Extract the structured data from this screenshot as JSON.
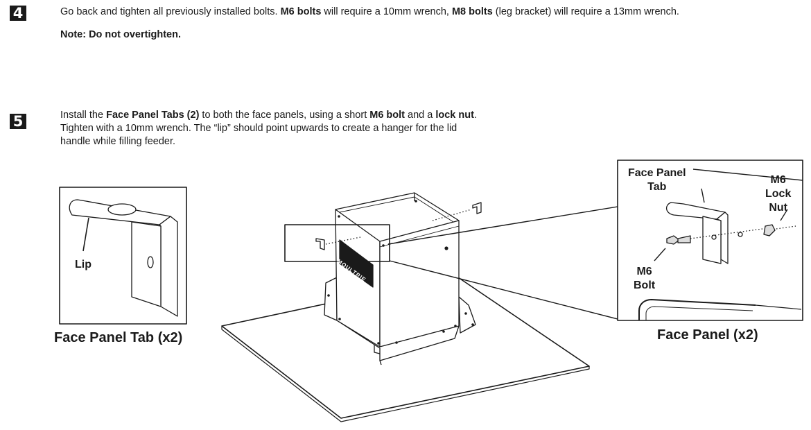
{
  "step4": {
    "number": "4",
    "text": {
      "p1": "Go back and tighten all previously installed bolts. ",
      "b1": "M6 bolts",
      "p2": " will require a 10mm wrench, ",
      "b2": "M8 bolts",
      "p3": " (leg bracket) will require a 13mm wrench."
    },
    "note": "Note: Do not overtighten."
  },
  "step5": {
    "number": "5",
    "text": {
      "p1": "Install the ",
      "b1": "Face Panel Tabs (2)",
      "p2": " to both the face panels, using a short ",
      "b2": "M6 bolt",
      "p3": " and a ",
      "b3": "lock nut",
      "p4": ".",
      "line2": "Tighten with a 10mm wrench. The “lip” should point upwards to create a hanger for the lid",
      "line3": "handle while filling feeder."
    }
  },
  "figure": {
    "left_detail": {
      "callout": "Lip",
      "caption": "Face Panel Tab (x2)"
    },
    "right_detail": {
      "callout_tab_1": "Face Panel",
      "callout_tab_2": "Tab",
      "callout_nut_1": "M6",
      "callout_nut_2": "Lock",
      "callout_nut_3": "Nut",
      "callout_bolt_1": "M6",
      "callout_bolt_2": "Bolt",
      "caption": "Face Panel (x2)"
    },
    "feeder": {
      "brand_mark": "MOULTRIE"
    }
  }
}
